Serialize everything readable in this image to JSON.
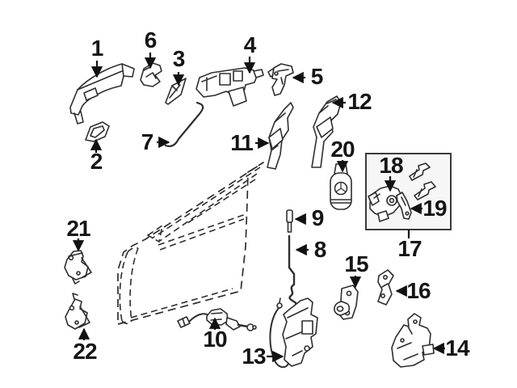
{
  "diagram": {
    "kind": "exploded-parts-diagram",
    "background_color": "#ffffff",
    "line_color": "#2e2e2e",
    "label_color": "#151515",
    "kit_box_fill": "#f6f6f6",
    "callouts": [
      {
        "num": "1",
        "part": "outside-door-handle"
      },
      {
        "num": "2",
        "part": "handle-end-cap"
      },
      {
        "num": "3",
        "part": "handle-seal-gasket"
      },
      {
        "num": "4",
        "part": "handle-carrier"
      },
      {
        "num": "5",
        "part": "carrier-bracket"
      },
      {
        "num": "6",
        "part": "mounting-bracket"
      },
      {
        "num": "7",
        "part": "actuating-rod"
      },
      {
        "num": "8",
        "part": "lock-rod"
      },
      {
        "num": "9",
        "part": "lock-pin"
      },
      {
        "num": "10",
        "part": "inside-release-cable"
      },
      {
        "num": "11",
        "part": "front-window-guide"
      },
      {
        "num": "12",
        "part": "rear-window-guide"
      },
      {
        "num": "13",
        "part": "door-lock-actuator"
      },
      {
        "num": "14",
        "part": "lock-mount-bracket"
      },
      {
        "num": "15",
        "part": "door-striker"
      },
      {
        "num": "16",
        "part": "striker-plate"
      },
      {
        "num": "17",
        "part": "lock-cylinder-kit"
      },
      {
        "num": "18",
        "part": "lock-cylinder"
      },
      {
        "num": "19",
        "part": "emergency-key-blade"
      },
      {
        "num": "20",
        "part": "remote-key-fob"
      },
      {
        "num": "21",
        "part": "upper-hinge"
      },
      {
        "num": "22",
        "part": "lower-hinge"
      }
    ]
  }
}
